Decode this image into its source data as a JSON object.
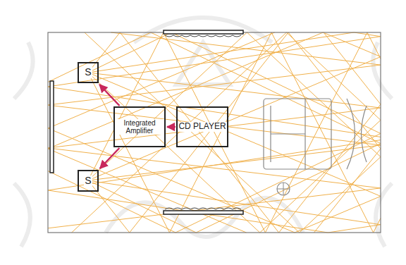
{
  "diagram": {
    "nodes": [
      {
        "text": [
          "S"
        ]
      },
      {
        "text": [
          "Integrated Amplifier"
        ]
      },
      {
        "text": [
          "CD PLAYER"
        ]
      },
      {
        "text": [
          "S"
        ]
      }
    ],
    "edges": [
      {
        "from": 2,
        "to": 1,
        "arrow": "to"
      },
      {
        "from": 1,
        "to": 0,
        "arrow": "to"
      },
      {
        "from": 1,
        "to": 3,
        "arrow": "to"
      }
    ]
  }
}
